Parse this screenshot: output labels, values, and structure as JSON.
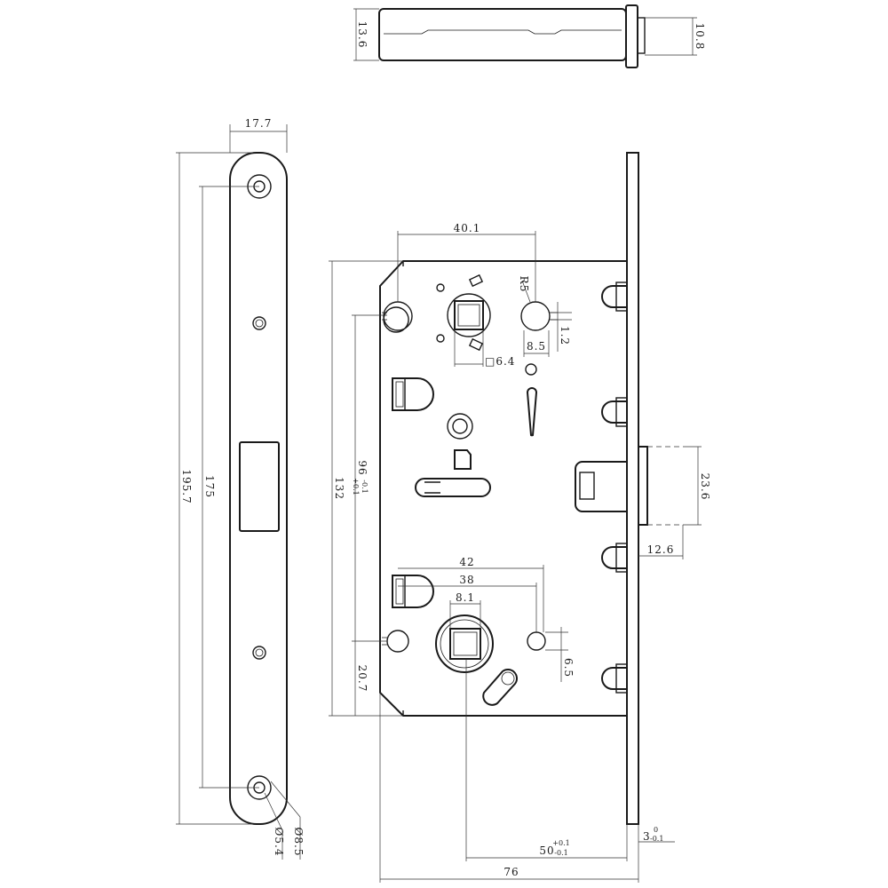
{
  "dimensions": {
    "top_height": "13.6",
    "top_tail": "10.8",
    "strike_width": "17.7",
    "strike_length": "195.7",
    "screw_pitch": "175",
    "hole_inner": "Ø5.4",
    "hole_outer": "Ø8.5",
    "case_height": "132",
    "spacing_main": "96",
    "spacing_tol_upper": "+0.1",
    "spacing_tol_lower": "-0.1",
    "bottom_offset": "20.7",
    "top_spacing": "40.1",
    "radius": "R5",
    "slot_width": "8.5",
    "slot_offset": "1.2",
    "square": "□6.4",
    "spacing_42": "42",
    "spacing_38": "38",
    "square_8": "8.1",
    "slot_6": "6.5",
    "latch_height": "23.6",
    "latch_projection": "12.6",
    "backset": "50",
    "backset_tol_upper": "+0.1",
    "backset_tol_lower": "-0.1",
    "overall_width": "76",
    "faceplate": "3",
    "faceplate_tol_upper": "0",
    "faceplate_tol_lower": "-0.1"
  }
}
